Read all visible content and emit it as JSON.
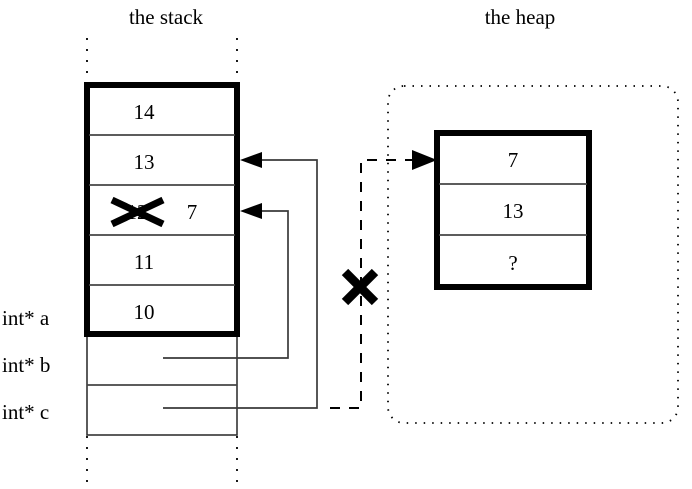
{
  "diagram": {
    "title_stack": "the stack",
    "title_heap": "the heap",
    "stack": {
      "cells": [
        {
          "value": "14"
        },
        {
          "value": "13"
        },
        {
          "value": "7",
          "old_value": "12",
          "struck": true
        },
        {
          "value": "11"
        },
        {
          "value": "10"
        }
      ],
      "pointer_rows": [
        {
          "label": "int* a"
        },
        {
          "label": "int* b"
        },
        {
          "label": "int* c"
        }
      ]
    },
    "heap": {
      "cells": [
        {
          "value": "7"
        },
        {
          "value": "13"
        },
        {
          "value": "?"
        }
      ]
    },
    "annotations": {
      "cancel_mark": "✕",
      "struck_mark": "✕"
    },
    "colors": {
      "stroke": "#000000",
      "background": "#ffffff",
      "thin_line": "#333333"
    }
  }
}
